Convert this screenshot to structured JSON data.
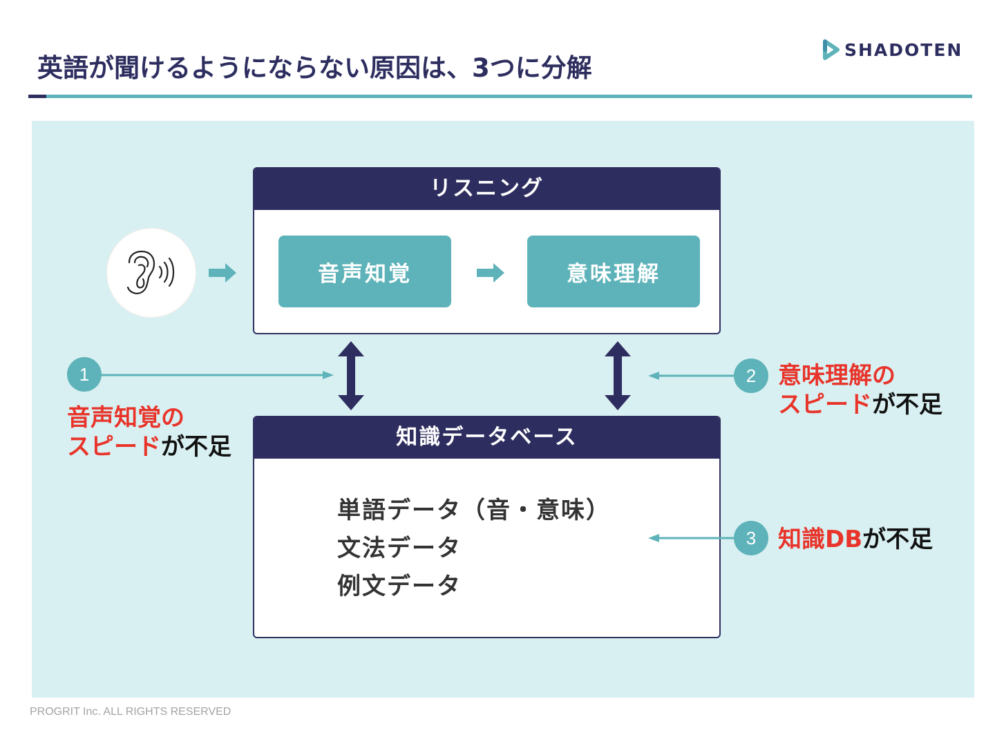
{
  "header": {
    "title": "英語が聞けるようにならない原因は、3つに分解",
    "logo": {
      "icon": "play-triangle-icon",
      "text": "SHADOTEN"
    }
  },
  "colors": {
    "navy": "#2d2e5f",
    "teal": "#5db3b9",
    "background_panel": "#d9f0f2",
    "alert_red": "#e8342a"
  },
  "diagram": {
    "input_icon": "ear-with-sound-icon",
    "listening": {
      "title": "リスニング",
      "steps": [
        {
          "label": "音声知覚"
        },
        {
          "label": "意味理解"
        }
      ]
    },
    "knowledge_db": {
      "title": "知識データベース",
      "items": [
        "単語データ（音・意味）",
        "文法データ",
        "例文データ"
      ]
    },
    "causes": [
      {
        "number": "1",
        "highlight_line1": "音声知覚の",
        "highlight_line2": "スピード",
        "suffix": "が不足"
      },
      {
        "number": "2",
        "highlight_line1": "意味理解の",
        "highlight_line2": "スピード",
        "suffix": "が不足"
      },
      {
        "number": "3",
        "highlight": "知識DB",
        "suffix": "が不足"
      }
    ]
  },
  "footer": {
    "copyright": "PROGRIT Inc. ALL RIGHTS RESERVED"
  }
}
